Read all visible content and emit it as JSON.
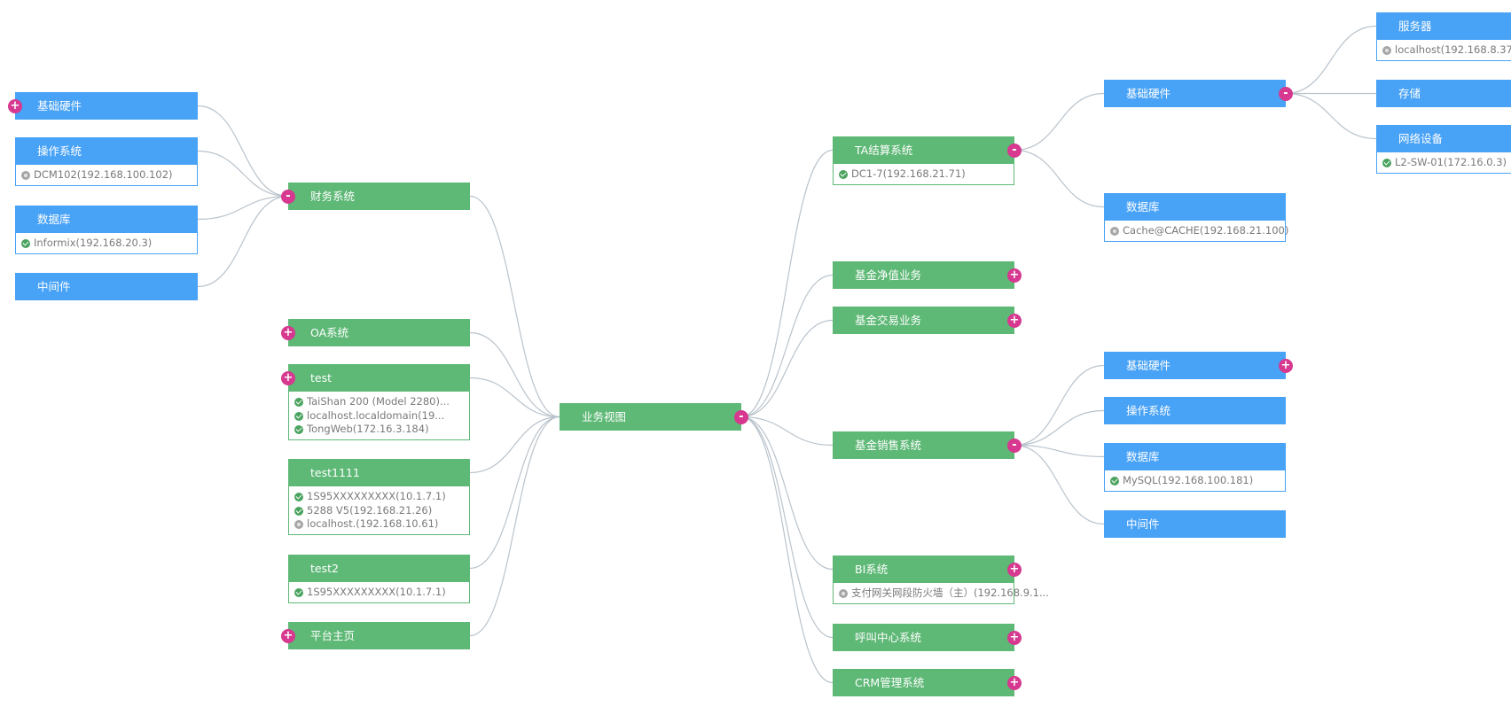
{
  "root": {
    "label": "业务视图",
    "toggle": "-"
  },
  "left": {
    "finance": {
      "label": "财务系统",
      "toggle": "-",
      "children": {
        "hardware": {
          "label": "基础硬件",
          "toggle": "+"
        },
        "os": {
          "label": "操作系统",
          "items": [
            {
              "status": "offline",
              "text": "DCM102(192.168.100.102)"
            }
          ]
        },
        "db": {
          "label": "数据库",
          "items": [
            {
              "status": "ok",
              "text": "Informix(192.168.20.3)"
            }
          ]
        },
        "middleware": {
          "label": "中间件"
        }
      }
    },
    "oa": {
      "label": "OA系统",
      "toggle": "+"
    },
    "test": {
      "label": "test",
      "toggle": "+",
      "items": [
        {
          "status": "ok",
          "text": "TaiShan 200 (Model 2280)..."
        },
        {
          "status": "ok",
          "text": "localhost.localdomain(19..."
        },
        {
          "status": "ok",
          "text": "TongWeb(172.16.3.184)"
        }
      ]
    },
    "test1111": {
      "label": "test1111",
      "items": [
        {
          "status": "ok",
          "text": "1S95XXXXXXXXX(10.1.7.1)"
        },
        {
          "status": "ok",
          "text": "5288 V5(192.168.21.26)"
        },
        {
          "status": "offline",
          "text": "localhost.(192.168.10.61)"
        }
      ]
    },
    "test2": {
      "label": "test2",
      "items": [
        {
          "status": "ok",
          "text": "1S95XXXXXXXXX(10.1.7.1)"
        }
      ]
    },
    "platform": {
      "label": "平台主页",
      "toggle": "+"
    }
  },
  "right": {
    "ta": {
      "label": "TA结算系统",
      "toggle": "-",
      "items": [
        {
          "status": "ok",
          "text": "DC1-7(192.168.21.71)"
        }
      ],
      "children": {
        "hardware": {
          "label": "基础硬件",
          "toggle": "-",
          "children": {
            "server": {
              "label": "服务器",
              "items": [
                {
                  "status": "offline",
                  "text": "localhost(192.168.8.37"
                }
              ]
            },
            "storage": {
              "label": "存储"
            },
            "network": {
              "label": "网络设备",
              "items": [
                {
                  "status": "ok",
                  "text": "L2-SW-01(172.16.0.3)"
                }
              ]
            }
          }
        },
        "db": {
          "label": "数据库",
          "items": [
            {
              "status": "offline",
              "text": "Cache@CACHE(192.168.21.100)"
            }
          ]
        }
      }
    },
    "nav": {
      "label": "基金净值业务",
      "toggle": "+"
    },
    "trade": {
      "label": "基金交易业务",
      "toggle": "+"
    },
    "sales": {
      "label": "基金销售系统",
      "toggle": "-",
      "children": {
        "hardware": {
          "label": "基础硬件",
          "toggle": "+"
        },
        "os": {
          "label": "操作系统"
        },
        "db": {
          "label": "数据库",
          "items": [
            {
              "status": "ok",
              "text": "MySQL(192.168.100.181)"
            }
          ]
        },
        "middleware": {
          "label": "中间件"
        }
      }
    },
    "bi": {
      "label": "BI系统",
      "toggle": "+",
      "items": [
        {
          "status": "offline",
          "text": "支付网关网段防火墙（主）(192.168.9.1..."
        }
      ]
    },
    "callcenter": {
      "label": "呼叫中心系统",
      "toggle": "+"
    },
    "crm": {
      "label": "CRM管理系统",
      "toggle": "+"
    }
  },
  "colors": {
    "system_node": "#5eb876",
    "category_node": "#48a2f6",
    "toggle": "#d6398f",
    "status_ok": "#4aa35e",
    "status_offline": "#a6a6a6",
    "edge": "#b9c3cc"
  }
}
